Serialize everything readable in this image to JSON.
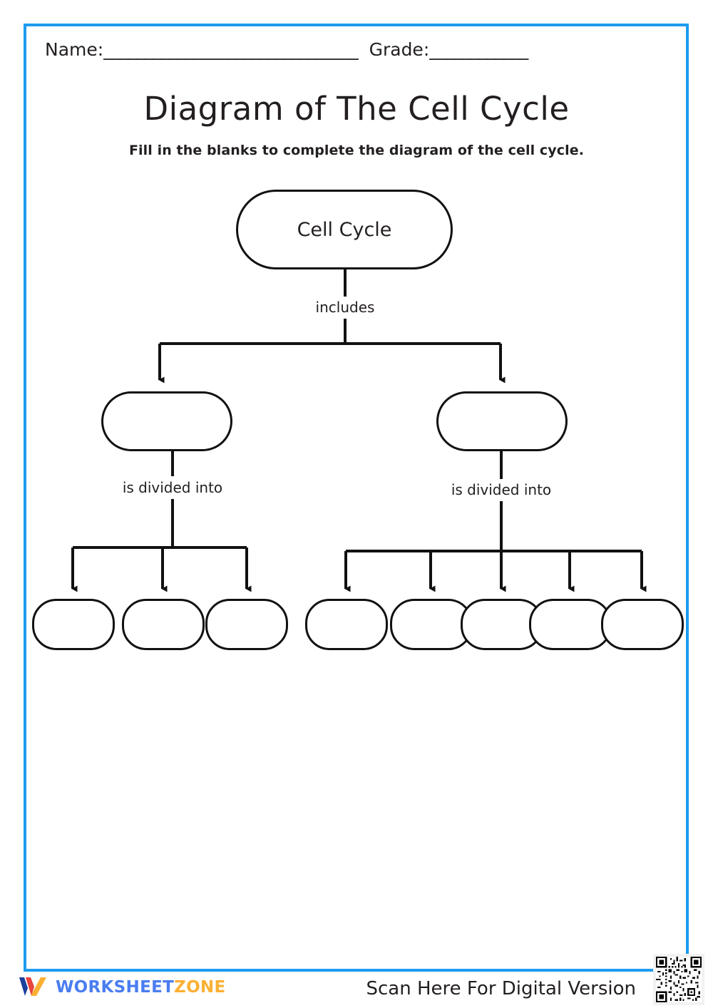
{
  "theme": {
    "accent_color": "#1d9bf0",
    "ink_color": "#231f20",
    "logo_blue": "#4a7df0",
    "logo_red": "#e8453c",
    "logo_yellow": "#fbb034"
  },
  "header": {
    "name_label": "Name:",
    "name_rule": "_______________________________",
    "grade_label": "Grade:",
    "grade_rule": "____________"
  },
  "title": "Diagram of The Cell Cycle",
  "subtitle": "Fill in the blanks to complete the diagram of the cell cycle.",
  "diagram": {
    "root": {
      "label": "Cell Cycle"
    },
    "root_edge_label": "includes",
    "level2": [
      {
        "label": "",
        "edge_label": "is divided into",
        "children_count": 3
      },
      {
        "label": "",
        "edge_label": "is divided into",
        "children_count": 5
      }
    ],
    "level3_left": [
      {
        "label": ""
      },
      {
        "label": ""
      },
      {
        "label": ""
      }
    ],
    "level3_right": [
      {
        "label": ""
      },
      {
        "label": ""
      },
      {
        "label": ""
      },
      {
        "label": ""
      },
      {
        "label": ""
      }
    ]
  },
  "footer": {
    "brand_word_1": "WORKSHEET",
    "brand_word_2": "ZONE",
    "scan_text": "Scan Here For Digital Version"
  }
}
